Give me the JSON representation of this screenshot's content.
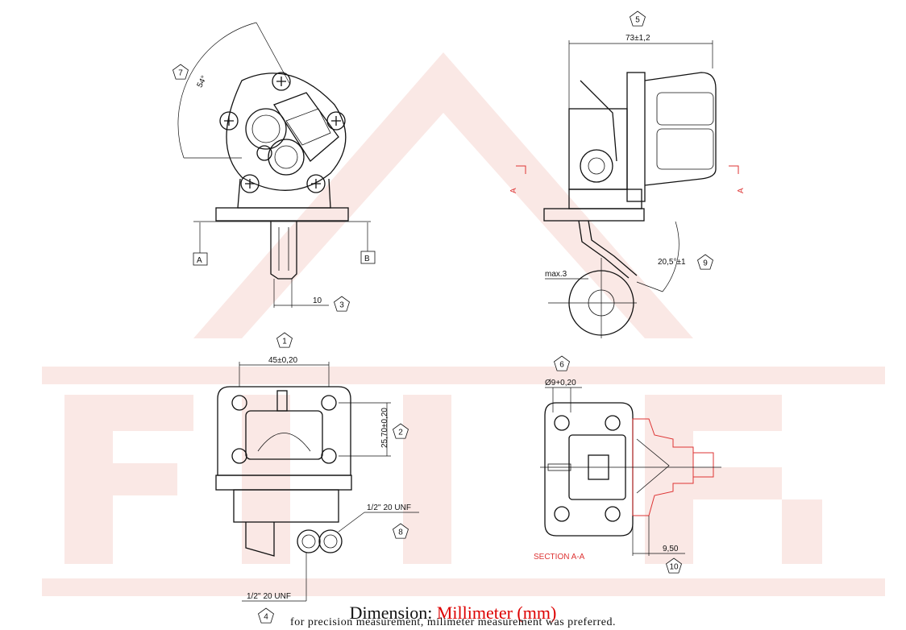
{
  "callouts": [
    "1",
    "2",
    "3",
    "4",
    "5",
    "6",
    "7",
    "8",
    "9",
    "10"
  ],
  "labels": {
    "angle": "54°",
    "datum_a": "A",
    "datum_b": "B",
    "width_10": "10",
    "width_73": "73±1,2",
    "max3": "max.3",
    "angle_205": "20,5°±1",
    "hole_spacing_45": "45±0,20",
    "hole_spacing_257": "25,70±0,20",
    "thread_upper": "1/2'' 20 UNF",
    "thread_lower": "1/2'' 20 UNF",
    "dia_9": "Ø9+0,20",
    "dim_950": "9,50",
    "section_label": "SECTION A-A",
    "section_mark_left": "A",
    "section_mark_right": "A"
  },
  "footer": {
    "dimension_label": "Dimension:",
    "dimension_unit": "Millimeter (mm)",
    "note": "for precision measurement, milimeter measurement was preferred."
  },
  "colors": {
    "line": "#111111",
    "section_red": "#dd3333",
    "watermark": "#f6d6cf"
  }
}
